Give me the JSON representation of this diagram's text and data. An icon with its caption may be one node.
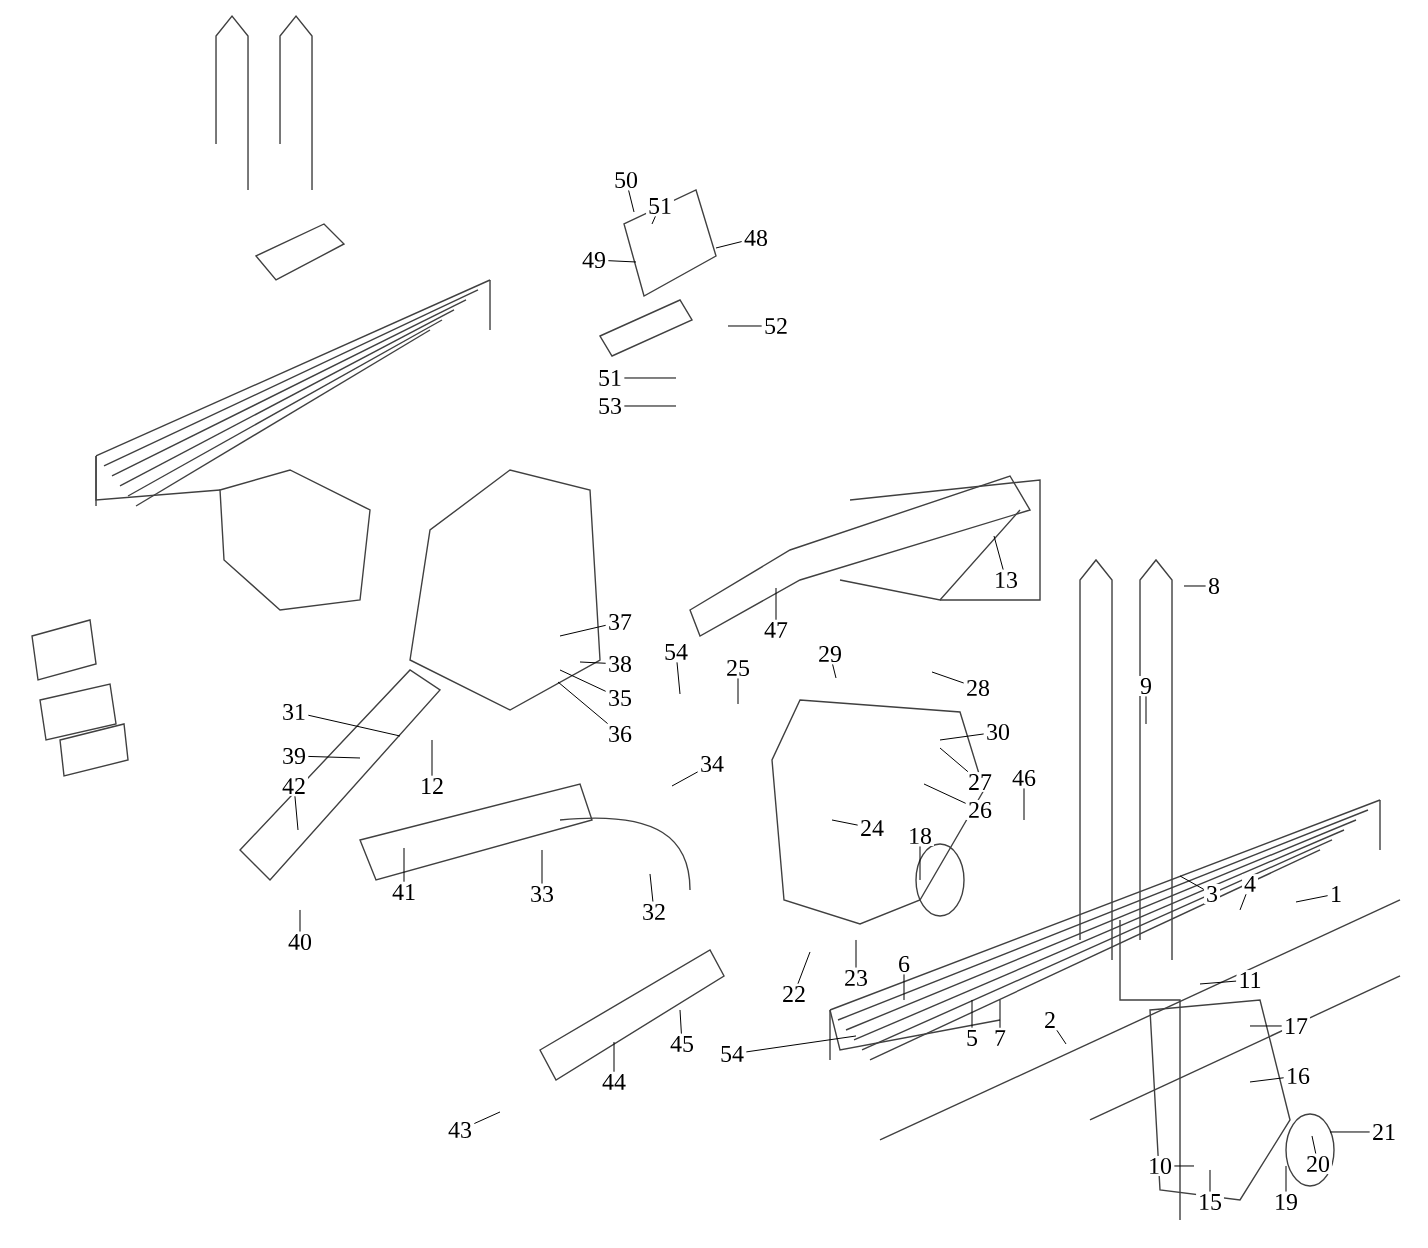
{
  "diagram": {
    "nodes": [
      {
        "text": [
          "50"
        ]
      },
      {
        "text": [
          "51"
        ]
      },
      {
        "text": [
          "49"
        ]
      },
      {
        "text": [
          "48"
        ]
      },
      {
        "text": [
          "52"
        ]
      },
      {
        "text": [
          "51"
        ]
      },
      {
        "text": [
          "53"
        ]
      },
      {
        "text": [
          "13"
        ]
      },
      {
        "text": [
          "8"
        ]
      },
      {
        "text": [
          "47"
        ]
      },
      {
        "text": [
          "37"
        ]
      },
      {
        "text": [
          "38"
        ]
      },
      {
        "text": [
          "54"
        ]
      },
      {
        "text": [
          "29"
        ]
      },
      {
        "text": [
          "35"
        ]
      },
      {
        "text": [
          "36"
        ]
      },
      {
        "text": [
          "25"
        ]
      },
      {
        "text": [
          "31"
        ]
      },
      {
        "text": [
          "9"
        ]
      },
      {
        "text": [
          "30"
        ]
      },
      {
        "text": [
          "28"
        ]
      },
      {
        "text": [
          "34"
        ]
      },
      {
        "text": [
          "39"
        ]
      },
      {
        "text": [
          "42"
        ]
      },
      {
        "text": [
          "12"
        ]
      },
      {
        "text": [
          "27"
        ]
      },
      {
        "text": [
          "46"
        ]
      },
      {
        "text": [
          "24"
        ]
      },
      {
        "text": [
          "26"
        ]
      },
      {
        "text": [
          "18"
        ]
      },
      {
        "text": [
          "3"
        ]
      },
      {
        "text": [
          "4"
        ]
      },
      {
        "text": [
          "1"
        ]
      },
      {
        "text": [
          "41"
        ]
      },
      {
        "text": [
          "33"
        ]
      },
      {
        "text": [
          "32"
        ]
      },
      {
        "text": [
          "40"
        ]
      },
      {
        "text": [
          "6"
        ]
      },
      {
        "text": [
          "22"
        ]
      },
      {
        "text": [
          "23"
        ]
      },
      {
        "text": [
          "11"
        ]
      },
      {
        "text": [
          "2"
        ]
      },
      {
        "text": [
          "17"
        ]
      },
      {
        "text": [
          "5"
        ]
      },
      {
        "text": [
          "7"
        ]
      },
      {
        "text": [
          "45"
        ]
      },
      {
        "text": [
          "54"
        ]
      },
      {
        "text": [
          "16"
        ]
      },
      {
        "text": [
          "44"
        ]
      },
      {
        "text": [
          "43"
        ]
      },
      {
        "text": [
          "21"
        ]
      },
      {
        "text": [
          "20"
        ]
      },
      {
        "text": [
          "10"
        ]
      },
      {
        "text": [
          "15"
        ]
      },
      {
        "text": [
          "19"
        ]
      }
    ],
    "edges": [
      {
        "from": 0,
        "to": null,
        "arrow": "none"
      },
      {
        "from": 1,
        "to": null,
        "arrow": "none"
      },
      {
        "from": 2,
        "to": null,
        "arrow": "none"
      },
      {
        "from": 3,
        "to": null,
        "arrow": "none"
      },
      {
        "from": 4,
        "to": null,
        "arrow": "none"
      },
      {
        "from": 5,
        "to": null,
        "arrow": "none"
      },
      {
        "from": 6,
        "to": null,
        "arrow": "none"
      },
      {
        "from": 7,
        "to": null,
        "arrow": "none"
      },
      {
        "from": 8,
        "to": null,
        "arrow": "none"
      },
      {
        "from": 9,
        "to": null,
        "arrow": "none"
      },
      {
        "from": 10,
        "to": null,
        "arrow": "none"
      },
      {
        "from": 11,
        "to": null,
        "arrow": "none"
      },
      {
        "from": 12,
        "to": null,
        "arrow": "none"
      },
      {
        "from": 13,
        "to": null,
        "arrow": "none"
      },
      {
        "from": 14,
        "to": null,
        "arrow": "none"
      },
      {
        "from": 15,
        "to": null,
        "arrow": "none"
      },
      {
        "from": 16,
        "to": null,
        "arrow": "none"
      },
      {
        "from": 17,
        "to": null,
        "arrow": "none"
      },
      {
        "from": 18,
        "to": null,
        "arrow": "none"
      },
      {
        "from": 19,
        "to": null,
        "arrow": "none"
      },
      {
        "from": 20,
        "to": null,
        "arrow": "none"
      },
      {
        "from": 21,
        "to": null,
        "arrow": "none"
      },
      {
        "from": 22,
        "to": null,
        "arrow": "none"
      },
      {
        "from": 23,
        "to": null,
        "arrow": "none"
      },
      {
        "from": 24,
        "to": null,
        "arrow": "none"
      },
      {
        "from": 25,
        "to": null,
        "arrow": "none"
      },
      {
        "from": 26,
        "to": null,
        "arrow": "none"
      },
      {
        "from": 27,
        "to": null,
        "arrow": "none"
      },
      {
        "from": 28,
        "to": null,
        "arrow": "none"
      },
      {
        "from": 29,
        "to": null,
        "arrow": "none"
      },
      {
        "from": 30,
        "to": null,
        "arrow": "none"
      },
      {
        "from": 31,
        "to": null,
        "arrow": "none"
      },
      {
        "from": 32,
        "to": null,
        "arrow": "none"
      },
      {
        "from": 33,
        "to": null,
        "arrow": "none"
      },
      {
        "from": 34,
        "to": null,
        "arrow": "none"
      },
      {
        "from": 35,
        "to": null,
        "arrow": "none"
      },
      {
        "from": 36,
        "to": null,
        "arrow": "none"
      },
      {
        "from": 37,
        "to": null,
        "arrow": "none"
      },
      {
        "from": 38,
        "to": null,
        "arrow": "none"
      },
      {
        "from": 39,
        "to": null,
        "arrow": "none"
      },
      {
        "from": 40,
        "to": null,
        "arrow": "none"
      },
      {
        "from": 41,
        "to": null,
        "arrow": "none"
      },
      {
        "from": 42,
        "to": null,
        "arrow": "none"
      },
      {
        "from": 43,
        "to": null,
        "arrow": "none"
      },
      {
        "from": 44,
        "to": null,
        "arrow": "none"
      },
      {
        "from": 45,
        "to": null,
        "arrow": "none"
      },
      {
        "from": 46,
        "to": null,
        "arrow": "none"
      },
      {
        "from": 47,
        "to": null,
        "arrow": "none"
      },
      {
        "from": 48,
        "to": null,
        "arrow": "none"
      },
      {
        "from": 49,
        "to": null,
        "arrow": "none"
      },
      {
        "from": 50,
        "to": null,
        "arrow": "none"
      },
      {
        "from": 51,
        "to": null,
        "arrow": "none"
      },
      {
        "from": 52,
        "to": null,
        "arrow": "none"
      },
      {
        "from": 53,
        "to": null,
        "arrow": "none"
      },
      {
        "from": 54,
        "to": null,
        "arrow": "none"
      }
    ]
  }
}
